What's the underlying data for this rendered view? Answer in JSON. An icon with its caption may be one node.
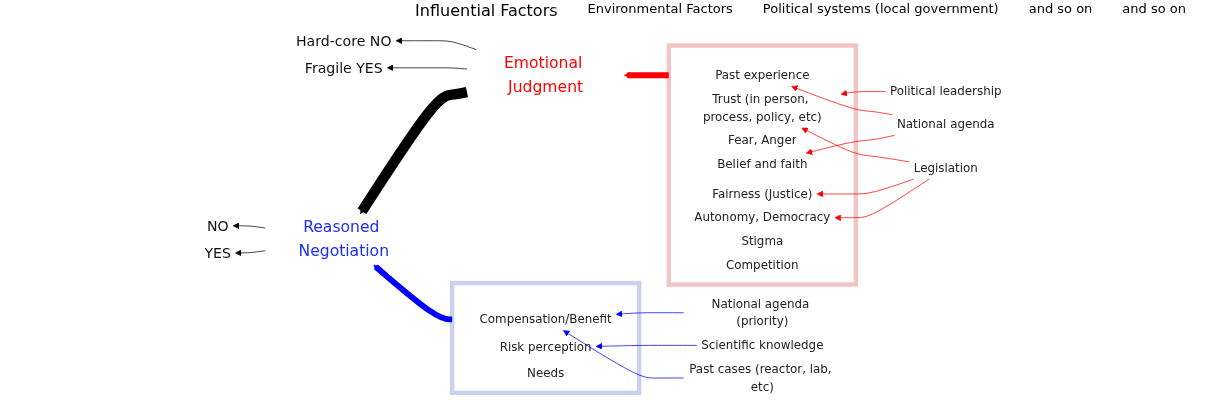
{
  "diagram": {
    "nodes": [
      {
        "text": [
          "Emotional Judgment"
        ]
      },
      {
        "text": [
          "Hard-core NO"
        ]
      },
      {
        "text": [
          "Fragile YES"
        ]
      },
      {
        "text": [
          "Reasoned Negotiation"
        ]
      },
      {
        "text": [
          "NO"
        ]
      },
      {
        "text": [
          "YES"
        ]
      },
      {
        "text": [],
        "shape": "box"
      },
      {
        "text": [
          "Past experience"
        ],
        "in": 6
      },
      {
        "text": [
          "Trust (in person, process, policy, etc)"
        ],
        "in": 6
      },
      {
        "text": [
          "Fear, Anger"
        ],
        "in": 6
      },
      {
        "text": [
          "Fairness (Justice)"
        ],
        "in": 6
      },
      {
        "text": [
          "Autonomy, Democracy"
        ],
        "in": 6
      },
      {
        "text": [
          "Belief and faith"
        ],
        "in": 6
      },
      {
        "text": [
          "Stigma"
        ],
        "in": 6
      },
      {
        "text": [
          "Competition"
        ],
        "in": 6
      },
      {
        "text": [],
        "shape": "box"
      },
      {
        "text": [
          "Compensation/Benefit"
        ],
        "in": 15
      },
      {
        "text": [
          "Risk perception"
        ],
        "in": 15
      },
      {
        "text": [
          "Needs"
        ],
        "in": 15
      },
      {
        "text": [
          "National agenda"
        ]
      },
      {
        "text": [
          "Political leadership"
        ]
      },
      {
        "text": [
          "Legislation"
        ]
      },
      {
        "text": [
          "National agenda (priority)"
        ]
      },
      {
        "text": [
          "Scientific knowledge"
        ]
      },
      {
        "text": [
          "Past cases (reactor, lab, etc)"
        ]
      }
    ],
    "edges": [
      {
        "from": 6,
        "to": 0,
        "arrow": "to",
        "style": "thick",
        "color": "#ff0000"
      },
      {
        "from": 0,
        "to": 1,
        "arrow": "to",
        "color": "#000000"
      },
      {
        "from": 0,
        "to": 2,
        "arrow": "to",
        "color": "#000000"
      },
      {
        "from": 0,
        "to": 3,
        "arrow": "to",
        "style": "thick",
        "color": "#000000"
      },
      {
        "from": 15,
        "to": 3,
        "arrow": "to",
        "style": "thick",
        "color": "#0000ff"
      },
      {
        "from": 3,
        "to": 4,
        "arrow": "to",
        "color": "#000000"
      },
      {
        "from": 3,
        "to": 5,
        "arrow": "to",
        "color": "#000000"
      },
      {
        "from": 19,
        "to": 7,
        "arrow": "to",
        "color": "#ff0000"
      },
      {
        "from": 19,
        "to": 12,
        "arrow": "to",
        "color": "#ff0000"
      },
      {
        "from": 20,
        "to": 8,
        "arrow": "to",
        "color": "#ff0000"
      },
      {
        "from": 21,
        "to": 8,
        "arrow": "to",
        "color": "#ff0000"
      },
      {
        "from": 21,
        "to": 10,
        "arrow": "to",
        "color": "#ff0000"
      },
      {
        "from": 21,
        "to": 11,
        "arrow": "to",
        "color": "#ff0000"
      },
      {
        "from": 22,
        "to": 16,
        "arrow": "to",
        "color": "#0000ff"
      },
      {
        "from": 23,
        "to": 17,
        "arrow": "to",
        "color": "#0000ff"
      },
      {
        "from": 24,
        "to": 16,
        "arrow": "to",
        "color": "#0000ff"
      }
    ],
    "labels": [
      "Influential Factors",
      "Environmental Factors",
      "Political systems (local government)",
      "and so on",
      "and so on"
    ]
  }
}
